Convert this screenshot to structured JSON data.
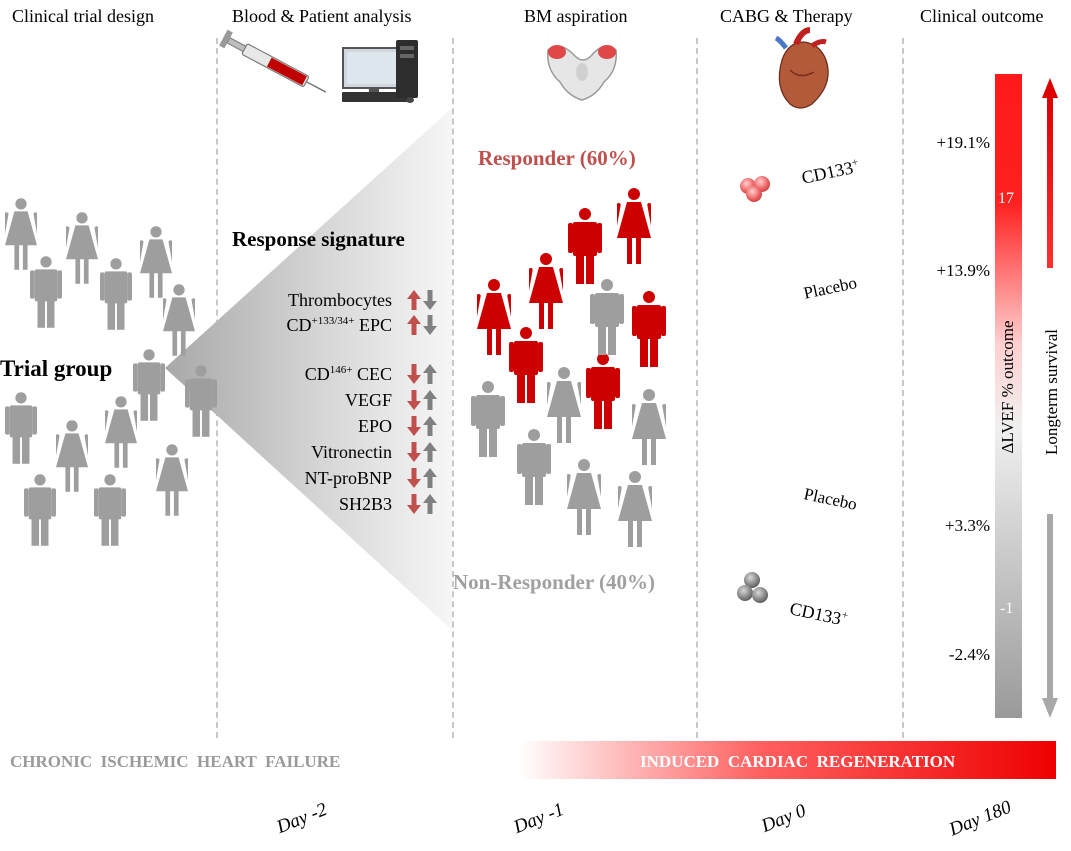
{
  "headers": {
    "design": "Clinical trial design",
    "blood": "Blood & Patient analysis",
    "bm": "BM aspiration",
    "cabg": "CABG & Therapy",
    "outcome": "Clinical outcome"
  },
  "trial_group": "Trial group",
  "response_signature": {
    "title": "Response signature",
    "markers_up": [
      {
        "text": "Thrombocytes",
        "sup": "",
        "suffix": ""
      },
      {
        "text": "CD",
        "sup": "+133/34+",
        "suffix": " EPC"
      }
    ],
    "markers_down": [
      {
        "text": "CD",
        "sup": "146+",
        "suffix": " CEC"
      },
      {
        "text": "VEGF",
        "sup": "",
        "suffix": ""
      },
      {
        "text": "EPO",
        "sup": "",
        "suffix": ""
      },
      {
        "text": "Vitronectin",
        "sup": "",
        "suffix": ""
      },
      {
        "text": "NT-proBNP",
        "sup": "",
        "suffix": ""
      },
      {
        "text": "SH2B3",
        "sup": "",
        "suffix": ""
      }
    ]
  },
  "responder": "Responder (60%)",
  "non_responder": "Non-Responder (40%)",
  "therapy": {
    "cd133_top": "CD133",
    "cd133_top_sup": "+",
    "placebo_top": "Placebo",
    "placebo_bottom": "Placebo",
    "cd133_bottom": "CD133",
    "cd133_bottom_sup": "+"
  },
  "outcome": {
    "values": [
      "+19.1%",
      "+13.9%",
      "+3.3%",
      "-2.4%"
    ],
    "bar_top_value": "17",
    "bar_bottom_value": "-1",
    "bar_label": "ΔLVEF % outcome",
    "survival_label": "Longterm survival"
  },
  "bands": {
    "chronic": "CHRONIC  ISCHEMIC  HEART  FAILURE",
    "induced": "INDUCED  CARDIAC  REGENERATION"
  },
  "days": [
    "Day -2",
    "Day -1",
    "Day 0",
    "Day 180"
  ],
  "colors": {
    "responder_red": "#cc0000",
    "responder_text": "#c0504d",
    "grey_figure": "#9e9e9e",
    "arrow_red": "#c0504d",
    "arrow_grey": "#808080"
  },
  "icons": [
    "syringe-icon",
    "computer-icon",
    "pelvis-icon",
    "heart-icon",
    "cell-cluster-icon"
  ]
}
